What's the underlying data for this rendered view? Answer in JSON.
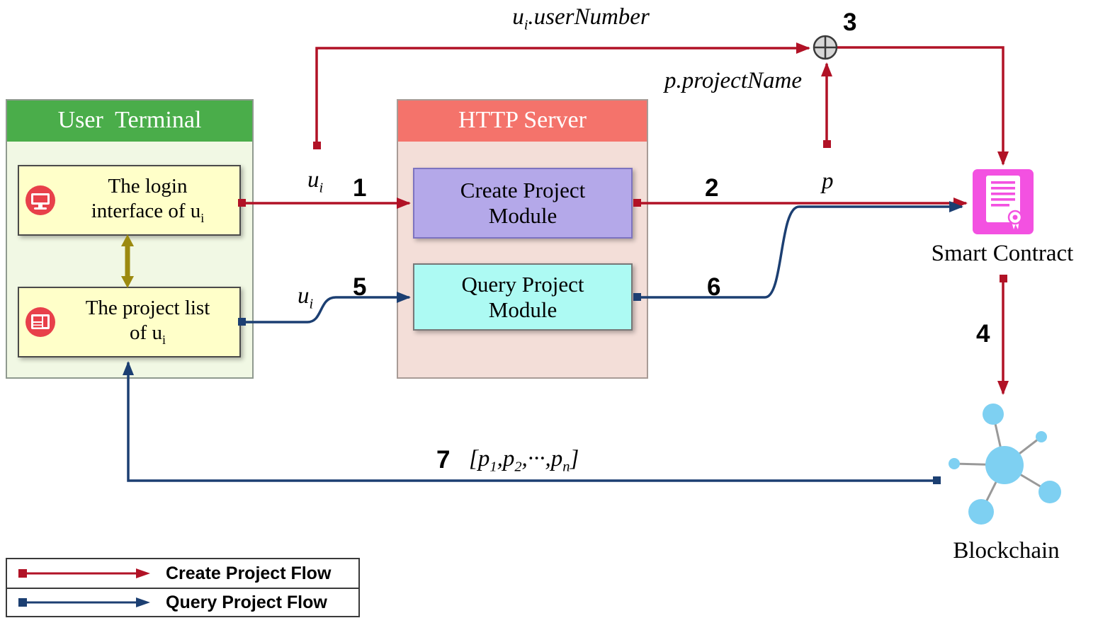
{
  "colors": {
    "create_flow": "#b11226",
    "query_flow": "#1c3f72",
    "terminal_header": "#4aad4a",
    "terminal_body": "#f1f8e4",
    "server_header": "#f4736b",
    "server_body": "#f3ded8",
    "create_module": "#b4a8e9",
    "query_module": "#adfaf3",
    "note_box": "#ffffc9",
    "smart_contract": "#f351e1",
    "blockchain_node": "#7ed0f2",
    "terminal_link": "#9c8a10",
    "icon_red": "#e8404a"
  },
  "user_terminal": {
    "title": "User  Terminal",
    "login_box": {
      "line1": "The login",
      "line2_base": "interface of u",
      "line2_sub": "i"
    },
    "project_box": {
      "line1": "The project list",
      "line2_base": "of u",
      "line2_sub": "i"
    }
  },
  "http_server": {
    "title": "HTTP Server",
    "create_module": "Create Project Module",
    "query_module": "Query Project Module"
  },
  "nodes": {
    "smart_contract": "Smart Contract",
    "blockchain": "Blockchain"
  },
  "flow_labels": {
    "step1": "1",
    "step2": "2",
    "step3": "3",
    "step4": "4",
    "step5": "5",
    "step6": "6",
    "step7": "7",
    "u1": {
      "base": "u",
      "sub": "i"
    },
    "u5": {
      "base": "u",
      "sub": "i"
    },
    "p": "p",
    "user_number": {
      "base": "u",
      "sub": "i",
      "rest": ".userNumber"
    },
    "project_name": "p.projectName",
    "result_list": {
      "p1_base": "[p",
      "p1_sub": "1",
      "p2_base": ",p",
      "p2_sub": "2",
      "pn_base": ",···,p",
      "pn_sub": "n",
      "close": "]"
    }
  },
  "legend": {
    "create": "Create Project Flow",
    "query": "Query Project Flow"
  }
}
